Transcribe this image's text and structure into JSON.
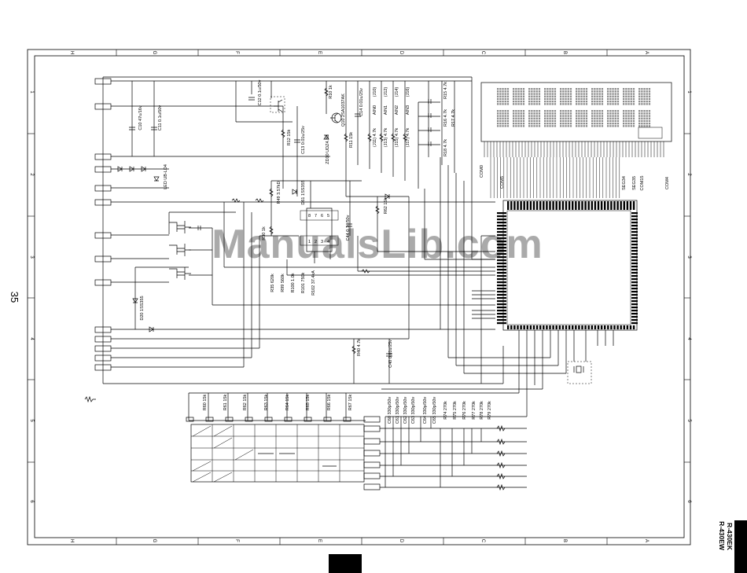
{
  "page_number": "35",
  "model_labels": [
    "R-430EK",
    "R-430EW"
  ],
  "watermark": "ManualsLib.com",
  "frame": {
    "top_columns": [
      "H",
      "G",
      "F",
      "E",
      "D",
      "C",
      "B",
      "A"
    ],
    "bottom_columns": [
      "H",
      "G",
      "F",
      "E",
      "D",
      "C",
      "B",
      "A"
    ],
    "left_rows": [
      "1",
      "2",
      "3",
      "4",
      "5",
      "6"
    ],
    "right_rows": [
      "1",
      "2",
      "3",
      "4",
      "5",
      "6"
    ]
  },
  "components": {
    "c10": "C10 47u/16v",
    "c11": "C11 0.1u/50v",
    "c12": "C12 0.1u/50v",
    "r12": "R12 15k",
    "c13": "C13 0.01u/25v",
    "r10": "R10 1k",
    "q10": "Q10 2SA1037AK",
    "zd10": "ZD10 UDZ4.3B",
    "r11": "R11 15k",
    "c14": "C14 0.01u/25v",
    "ain0": "AIN0",
    "ain1": "AIN1",
    "ain2": "AIN2",
    "ain3": "AIN3",
    "j10": "(J10)",
    "j12": "(J12)",
    "j14": "(J14)",
    "j16": "(J16)",
    "j11": "(J11) 4.7k",
    "j13": "(J13) 4.7k",
    "j15": "(J15) 4.7k",
    "j17": "(J17) 4.7k",
    "r15": "R15 4.7k",
    "r16": "R16 4.7k",
    "r17": "R17 4.7k",
    "r18": "R18 4.7k",
    "led": "LED UB-LD4",
    "r49": "R49 3.57kD",
    "d61": "D61 1SS355",
    "r62": "R62 15k",
    "c44": "C44 0.1u/50v",
    "r30": "R30 1k",
    "r35": "R35 620k",
    "r99": "R99 560k",
    "r100": "R100 1.0k",
    "r101": "R101 750k",
    "r102": "R102 37.4kA",
    "d20": "D20 1SS355",
    "r40": "R40 4.7k",
    "c40": "C40 0.01u/25v",
    "r60": "R60 15k",
    "r61": "R61 15k",
    "r62b": "R62 15k",
    "r63": "R63 15k",
    "r64": "R64 15k",
    "r65": "R65 15k",
    "r66": "R66 15k",
    "r67": "R67 15k",
    "c60": "C60 330p/50v",
    "c61": "C61 330p/50v",
    "c62": "C62 330p/50v",
    "c63": "C63 330p/50v",
    "c64": "C64 330p/50v",
    "c65": "C65 330p/50v",
    "r74": "R74 270k",
    "r75": "R75 270k",
    "r76": "R76 270k",
    "r77": "R77 270k",
    "r78": "R78 270k",
    "r79": "R79 270k",
    "com0": "COM0",
    "com5": "COM5",
    "com4": "COM4",
    "com15": "COM15",
    "seg34": "SEG34",
    "seg35": "SEG35",
    "ic_pins": [
      "8",
      "7",
      "6",
      "5",
      "1",
      "2",
      "3",
      "4"
    ]
  }
}
